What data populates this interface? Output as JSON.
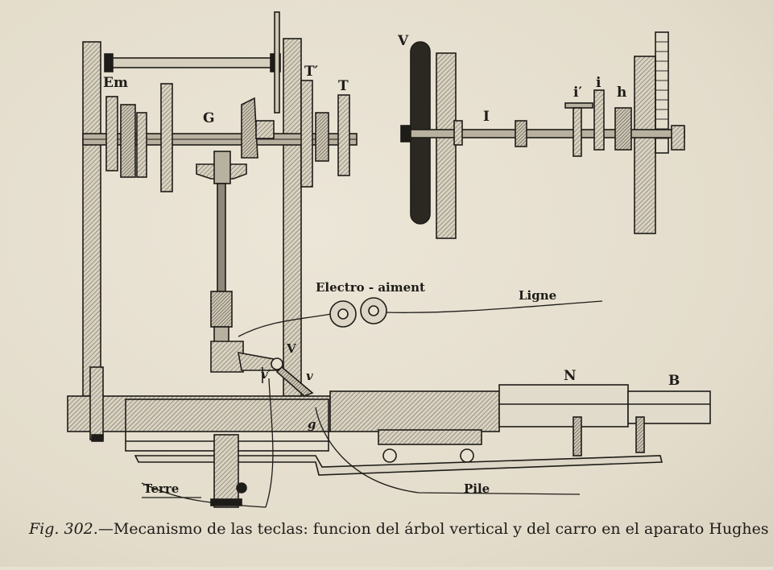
{
  "labels": {
    "Em": "Em",
    "G": "G",
    "T_prime": "T′",
    "T": "T",
    "V_wheel": "V",
    "I": "I",
    "i_prime": "i′",
    "i": "i",
    "h": "h",
    "electro": "Electro - aiment",
    "ligne": "Ligne",
    "V_lever": "V",
    "v_prime": "v′",
    "v": "v",
    "g": "g",
    "N": "N",
    "B": "B",
    "terre": "Terre",
    "pile": "Pile"
  },
  "caption": {
    "figure": "Fig. 302.",
    "text": "—Mecanismo de las teclas: funcion del árbol vertical y del carro en el aparato Hughes"
  },
  "colors": {
    "ink": "#1e1c18",
    "paper": "#e7e1d2",
    "hatch": "#8e887a"
  }
}
